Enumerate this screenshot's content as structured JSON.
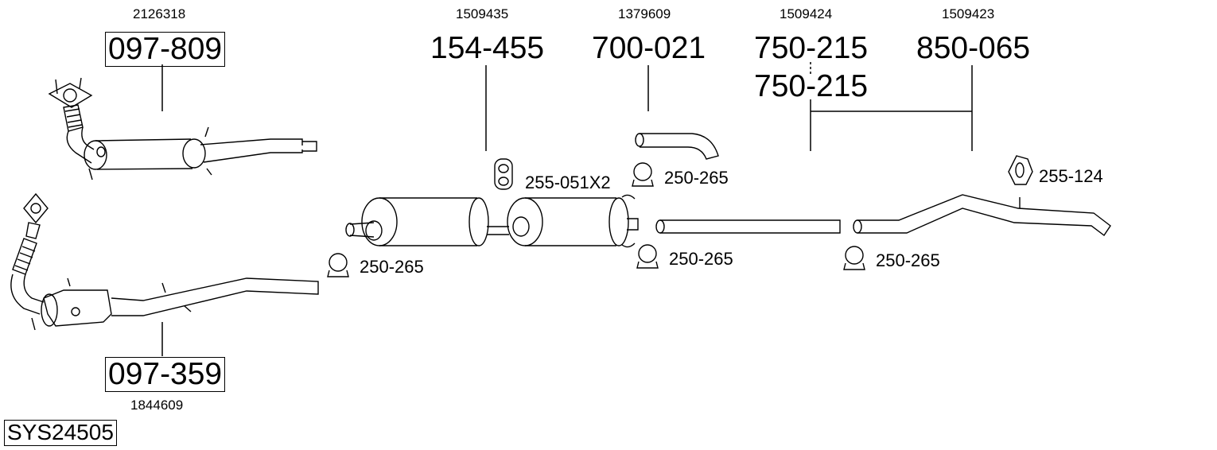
{
  "parts": {
    "cat_upper": {
      "ref": "2126318",
      "code": "097-809"
    },
    "cat_lower": {
      "ref": "1844609",
      "code": "097-359"
    },
    "silencer_mid": {
      "ref": "1509435",
      "code": "154-455"
    },
    "tailpipe_short": {
      "ref": "1379609",
      "code": "700-021"
    },
    "pipe_center": {
      "ref": "1509424",
      "code": "750-215",
      "code2": "750-215"
    },
    "pipe_rear": {
      "ref": "1509423",
      "code": "850-065"
    }
  },
  "accessories": {
    "mount_double": "255-051X2",
    "mount_single": "255-124",
    "clamp_1": "250-265",
    "clamp_2": "250-265",
    "clamp_3": "250-265",
    "clamp_4": "250-265"
  },
  "system": {
    "code": "SYS24505"
  }
}
